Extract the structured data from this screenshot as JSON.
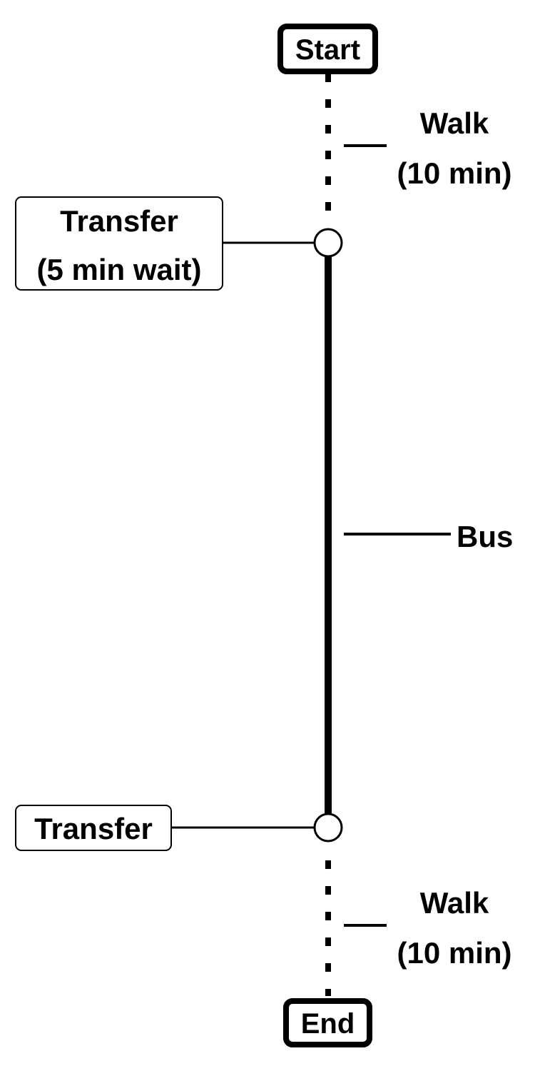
{
  "route": {
    "start": {
      "label": "Start"
    },
    "end": {
      "label": "End"
    },
    "segments": [
      {
        "id": "walk-1",
        "mode": "walk",
        "line1": "Walk",
        "line2": "(10 min)"
      },
      {
        "id": "bus",
        "mode": "bus",
        "line1": "Bus"
      },
      {
        "id": "walk-2",
        "mode": "walk",
        "line1": "Walk",
        "line2": "(10 min)"
      }
    ],
    "transfers": [
      {
        "id": "transfer-1",
        "line1": "Transfer",
        "line2": "(5 min wait)"
      },
      {
        "id": "transfer-2",
        "line1": "Transfer"
      }
    ]
  }
}
